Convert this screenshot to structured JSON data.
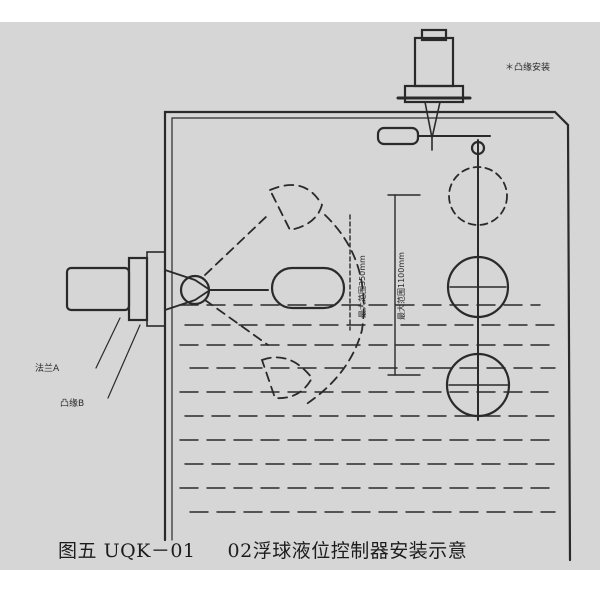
{
  "caption": {
    "figure": "图五",
    "model": "UQK－01",
    "title": "02浮球液位控制器安装示意"
  },
  "labels": {
    "top_mount": "＊凸缘安装",
    "flange_a": "法兰A",
    "flange_b": "凸缘B",
    "dim_large": "最大范围1100mm",
    "dim_small": "最大范围350mm"
  },
  "colors": {
    "paper": "#d6d6d6",
    "ink": "#2a2a2a"
  }
}
